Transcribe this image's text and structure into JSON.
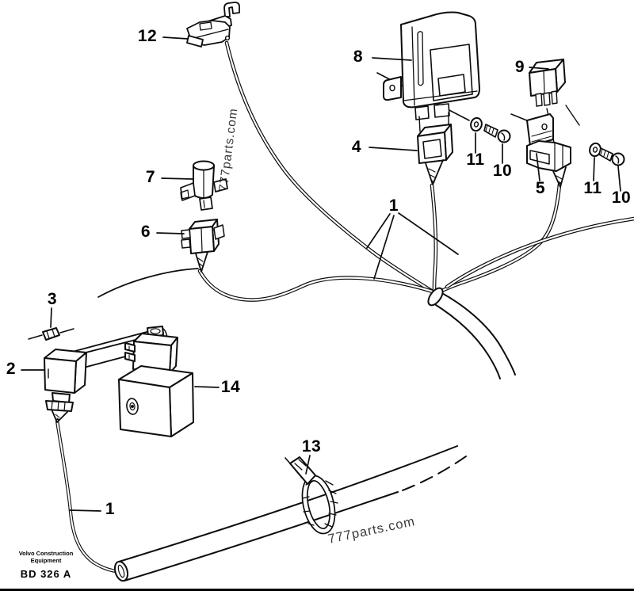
{
  "diagram": {
    "background": "#ffffff",
    "line_color": "#000000",
    "watermark_text": "777parts.com",
    "footer": {
      "brand_line1": "Volvo Construction",
      "brand_line2": "Equipment",
      "figure_code": "BD 326 A"
    }
  },
  "callouts": [
    {
      "text": "12"
    },
    {
      "text": "8"
    },
    {
      "text": "9"
    },
    {
      "text": "4"
    },
    {
      "text": "11"
    },
    {
      "text": "10"
    },
    {
      "text": "5"
    },
    {
      "text": "11"
    },
    {
      "text": "10"
    },
    {
      "text": "7"
    },
    {
      "text": "6"
    },
    {
      "text": "1"
    },
    {
      "text": "3"
    },
    {
      "text": "2"
    },
    {
      "text": "14"
    },
    {
      "text": "13"
    },
    {
      "text": "1"
    }
  ]
}
